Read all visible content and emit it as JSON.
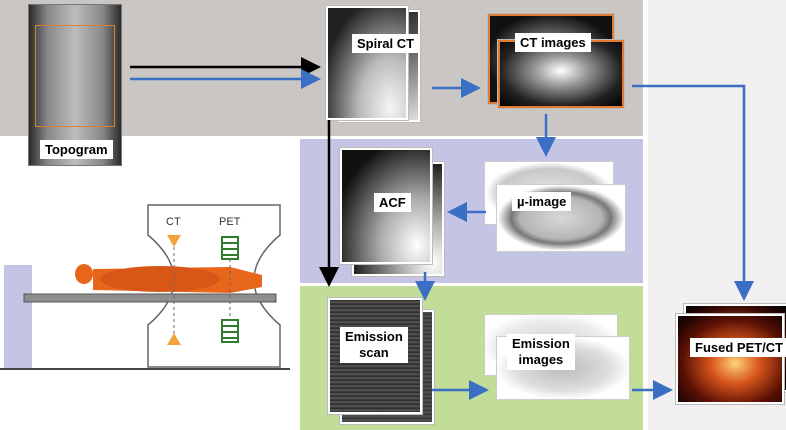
{
  "labels": {
    "topogram": "Topogram",
    "spiral_ct": "Spiral CT",
    "ct_images": "CT images",
    "acf": "ACF",
    "mu_image": "µ-image",
    "emission_scan_line1": "Emission",
    "emission_scan_line2": "scan",
    "emission_images_line1": "Emission",
    "emission_images_line2": "images",
    "fused": "Fused PET/CT",
    "scanner_ct": "CT",
    "scanner_pet": "PET"
  },
  "colors": {
    "gray_panel": "#c9c6c4",
    "lavender_panel": "#c4c4e4",
    "green_panel": "#c2dd98",
    "arrow_blue": "#3a6fc4",
    "arrow_black": "#000000",
    "patient": "#e8651c"
  }
}
